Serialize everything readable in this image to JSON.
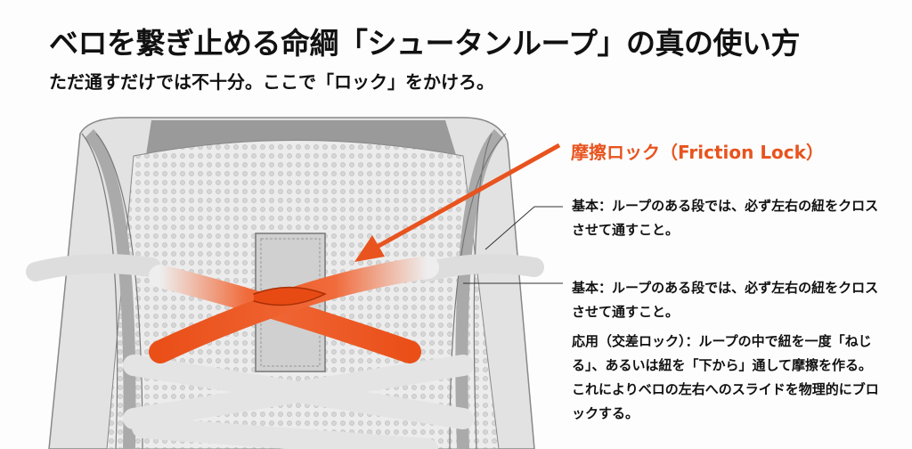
{
  "header": {
    "title": "ベロを繋ぎ止める命綱「シュータンループ」の真の使い方",
    "subtitle": "ただ通すだけでは不十分。ここで「ロック」をかけろ。"
  },
  "callout": {
    "label": "摩擦ロック（Friction Lock）",
    "color": "#e8531e"
  },
  "notes": [
    {
      "lead": "基本：",
      "text": "ループのある段では、必ず左右の紐をクロスさせて通すこと。"
    },
    {
      "lead": "基本：",
      "text": "ループのある段では、必ず左右の紐をクロスさせて通すこと。"
    },
    {
      "lead": "応用（交差ロック）：",
      "text": "ループの中で紐を一度「ねじる」、あるいは紐を「下から」通して摩擦を作る。これによりベロの左右へのスライドを物理的にブロックする。"
    }
  ]
}
